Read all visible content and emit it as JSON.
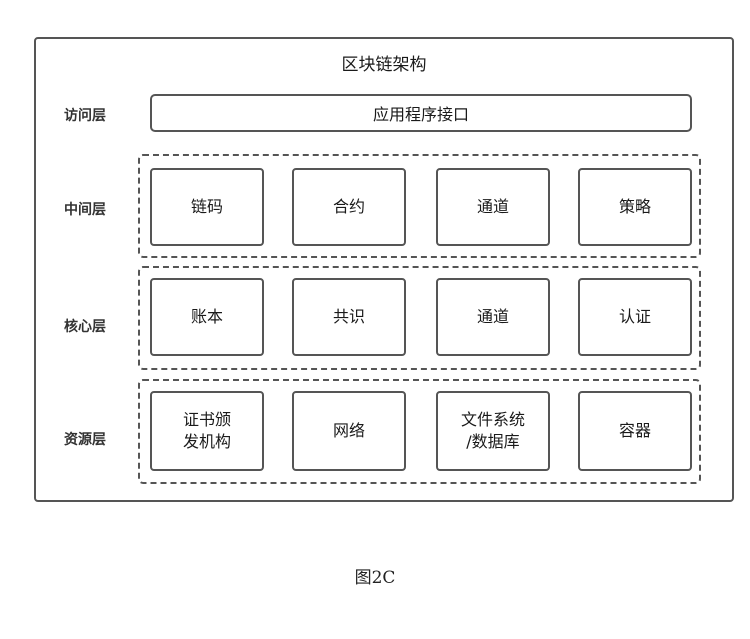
{
  "diagram": {
    "title": "区块链架构",
    "layers": [
      {
        "label": "访问层",
        "items": [
          "应用程序接口"
        ]
      },
      {
        "label": "中间层",
        "items": [
          "链码",
          "合约",
          "通道",
          "策略"
        ]
      },
      {
        "label": "核心层",
        "items": [
          "账本",
          "共识",
          "通道",
          "认证"
        ]
      },
      {
        "label": "资源层",
        "items": [
          "证书颁\n发机构",
          "网络",
          "文件系统\n/数据库",
          "容器"
        ]
      }
    ]
  },
  "caption": "图2C"
}
